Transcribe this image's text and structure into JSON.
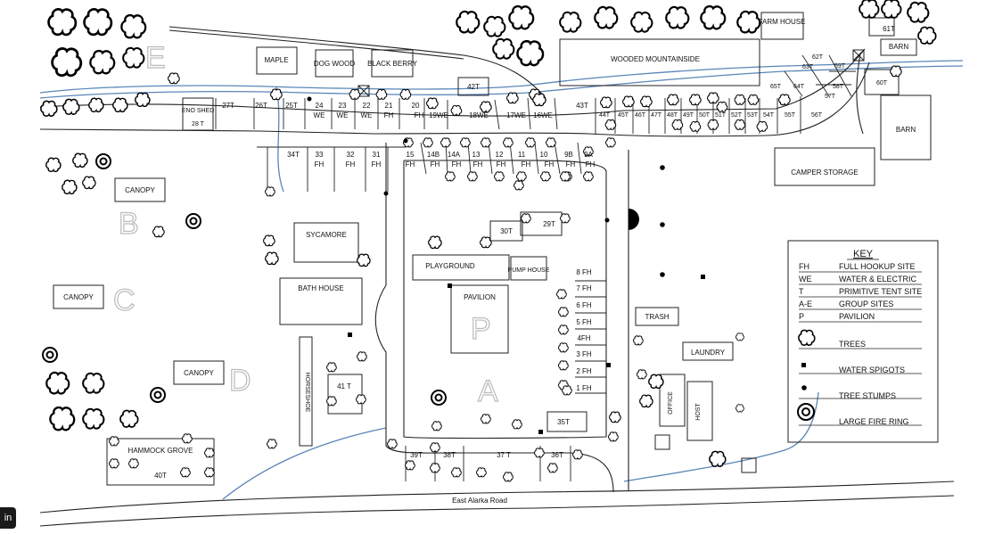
{
  "road": {
    "name": "East Alarka Road"
  },
  "group_sites": [
    "A",
    "B",
    "C",
    "D",
    "E",
    "P"
  ],
  "buildings": {
    "farm_house": "FARM HOUSE",
    "barn_1": "BARN",
    "barn_2": "BARN",
    "barn_3": "BARN",
    "camper_storage": "CAMPER STORAGE",
    "wooded_mountainside": "WOODED MOUNTAINSIDE",
    "maple": "MAPLE",
    "dog_wood": "DOG WOOD",
    "black_berry": "BLACK BERRY",
    "eno_shed": "ENO SHED",
    "eno_shed_site": "28 T",
    "canopy": "CANOPY",
    "sycamore": "SYCAMORE",
    "bath_house": "BATH HOUSE",
    "playground": "PLAYGROUND",
    "pump_house": "PUMP HOUSE",
    "pavilion": "PAVILION",
    "trash": "TRASH",
    "laundry": "LAUNDRY",
    "office": "OFFICE",
    "host": "HOST",
    "horseshoe": "HORSESHOE",
    "hammock_grove": "HAMMOCK GROVE",
    "hammock_grove_site": "40T"
  },
  "sites": {
    "s61T": "61T",
    "s62T": "62T",
    "s63T": "63T",
    "s59T": "59T",
    "s60T": "60T",
    "s58T": "58T",
    "s57T": "57T",
    "s65T": "65T",
    "s64T": "64T",
    "s42T": "42T",
    "s43T": "43T",
    "s44T": "44T",
    "s45T": "45T",
    "s46T": "46T",
    "s47T": "47T",
    "s48T": "48T",
    "s49T": "49T",
    "s50T": "50T",
    "s51T": "51T",
    "s52T": "52T",
    "s53T": "53T",
    "s54T": "54T",
    "s55T": "55T",
    "s56T": "56T",
    "s27T": "27T",
    "s26T": "26T",
    "s25T": "25T",
    "s24": "24",
    "s24t": "WE",
    "s23": "23",
    "s23t": "WE",
    "s22": "22",
    "s22t": "WE",
    "s21": "21",
    "s21t": "FH",
    "s20": "20",
    "s20t": "FH",
    "s19": "19WE",
    "s18": "18WE",
    "s17": "17WE",
    "s16": "16WE",
    "s34T": "34T",
    "s33": "33",
    "s33t": "FH",
    "s32": "32",
    "s32t": "FH",
    "s31": "31",
    "s31t": "FH",
    "s15": "15",
    "s15t": "FH",
    "s14B": "14B",
    "s14Bt": "FH",
    "s14A": "14A",
    "s14At": "FH",
    "s13": "13",
    "s13t": "FH",
    "s12": "12",
    "s12t": "FH",
    "s11": "11",
    "s11t": "FH",
    "s10": "10",
    "s10t": "FH",
    "s9B": "9B",
    "s9Bt": "FH",
    "s9A": "9A",
    "s9At": "FH",
    "s30T": "30T",
    "s29T": "29T",
    "s8FH": "8 FH",
    "s7FH": "7 FH",
    "s6FH": "6 FH",
    "s5FH": "5 FH",
    "s4FH": "4FH",
    "s3FH": "3 FH",
    "s2FH": "2 FH",
    "s1FH": "1 FH",
    "s41T": "41 T",
    "s35T": "35T",
    "s39T": "39T",
    "s38T": "38T",
    "s37T": "37 T",
    "s36T": "36T"
  },
  "key": {
    "title": "KEY",
    "rows": [
      {
        "abbr": "FH",
        "desc": "FULL HOOKUP SITE"
      },
      {
        "abbr": "WE",
        "desc": "WATER & ELECTRIC"
      },
      {
        "abbr": "T",
        "desc": "PRIMITIVE TENT SITE"
      },
      {
        "abbr": "A-E",
        "desc": "GROUP  SITES"
      },
      {
        "abbr": "P",
        "desc": "PAVILION"
      }
    ],
    "symbols": [
      {
        "icon": "tree-icon",
        "desc": "TREES"
      },
      {
        "icon": "water-spigot-icon",
        "desc": "WATER SPIGOTS"
      },
      {
        "icon": "tree-stump-icon",
        "desc": "TREE STUMPS"
      },
      {
        "icon": "fire-ring-icon",
        "desc": "LARGE FIRE RING"
      }
    ]
  },
  "badge": {
    "text": "in"
  }
}
